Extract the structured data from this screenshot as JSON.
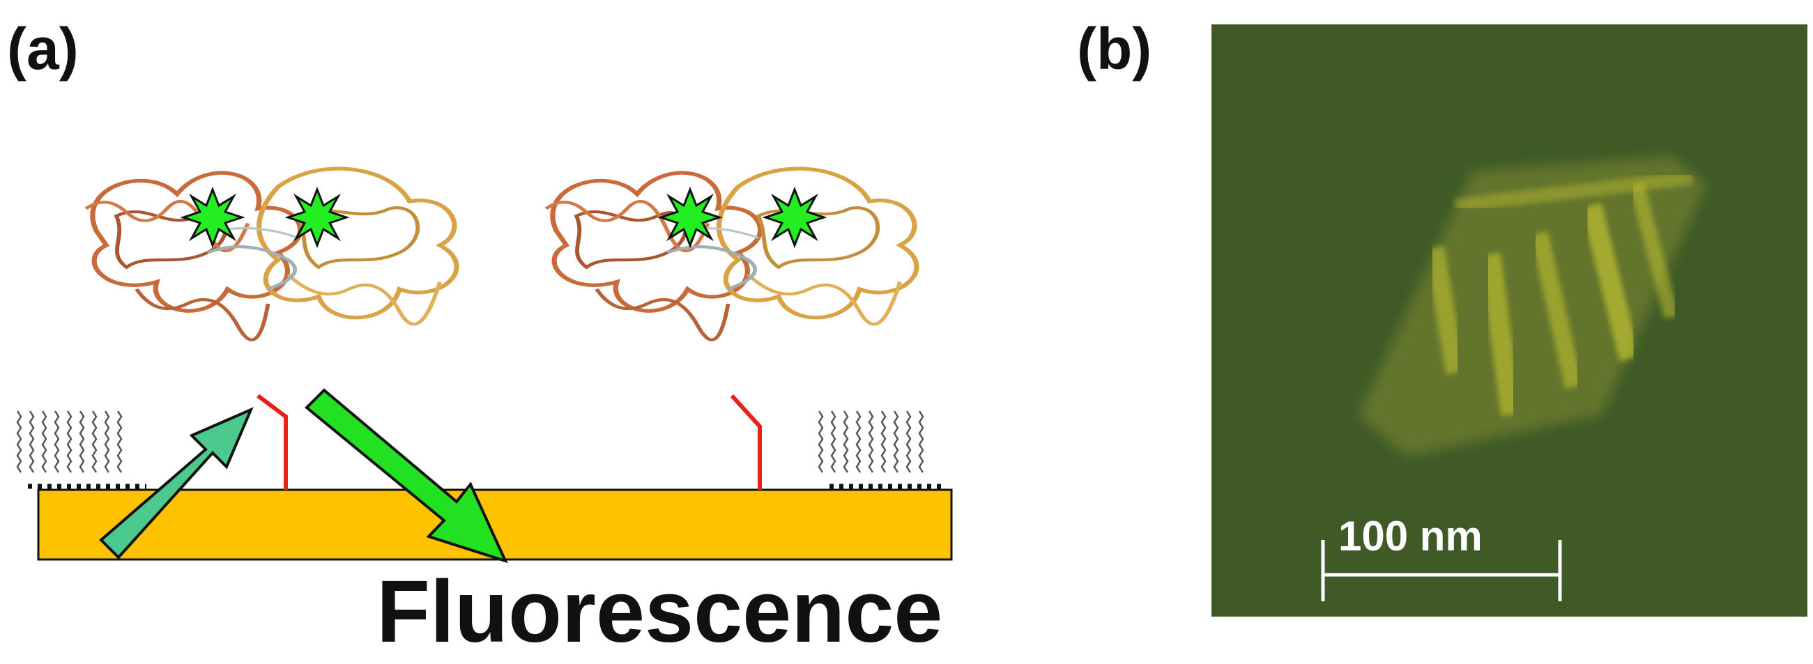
{
  "panel_a": {
    "label": "(a)",
    "caption": "Fluorescence"
  },
  "panel_b": {
    "label": "(b)",
    "scale_bar_label": "100 nm"
  },
  "colors": {
    "substrate": "#FFC200",
    "excitation_arrow": "#4CC98D",
    "emission_arrow": "#22E022",
    "fluorophore": "#22EE22",
    "linker": "#E8201A",
    "protein_left": "#C86A3A",
    "protein_right": "#D9A245",
    "image_background": "#3F5A27",
    "image_signal": "#C8C630"
  },
  "icons": [
    "protein-ribbon",
    "fluorophore-star",
    "alkyl-chain-monolayer",
    "excitation-arrow",
    "emission-arrow"
  ]
}
